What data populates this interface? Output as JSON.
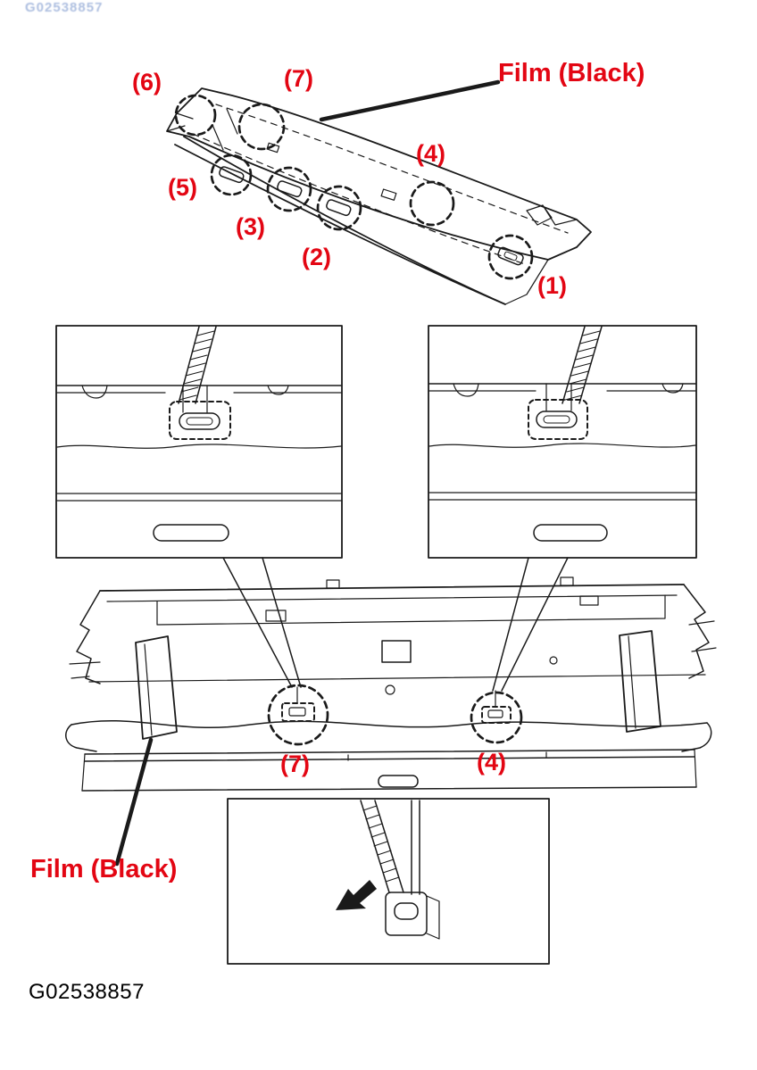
{
  "colors": {
    "callout_red": "#e30613",
    "line": "#1a1a1a"
  },
  "watermark": {
    "text": "G02538857"
  },
  "top_diagram": {
    "film_label": "Film (Black)",
    "callouts": [
      {
        "label": "(6)"
      },
      {
        "label": "(7)"
      },
      {
        "label": "(4)"
      },
      {
        "label": "(5)"
      },
      {
        "label": "(3)"
      },
      {
        "label": "(2)"
      },
      {
        "label": "(1)"
      }
    ]
  },
  "lower_diagram": {
    "film_label": "Film (Black)",
    "callouts": [
      {
        "label": "(7)"
      },
      {
        "label": "(4)"
      }
    ]
  },
  "figure": {
    "id": "G02538857"
  }
}
